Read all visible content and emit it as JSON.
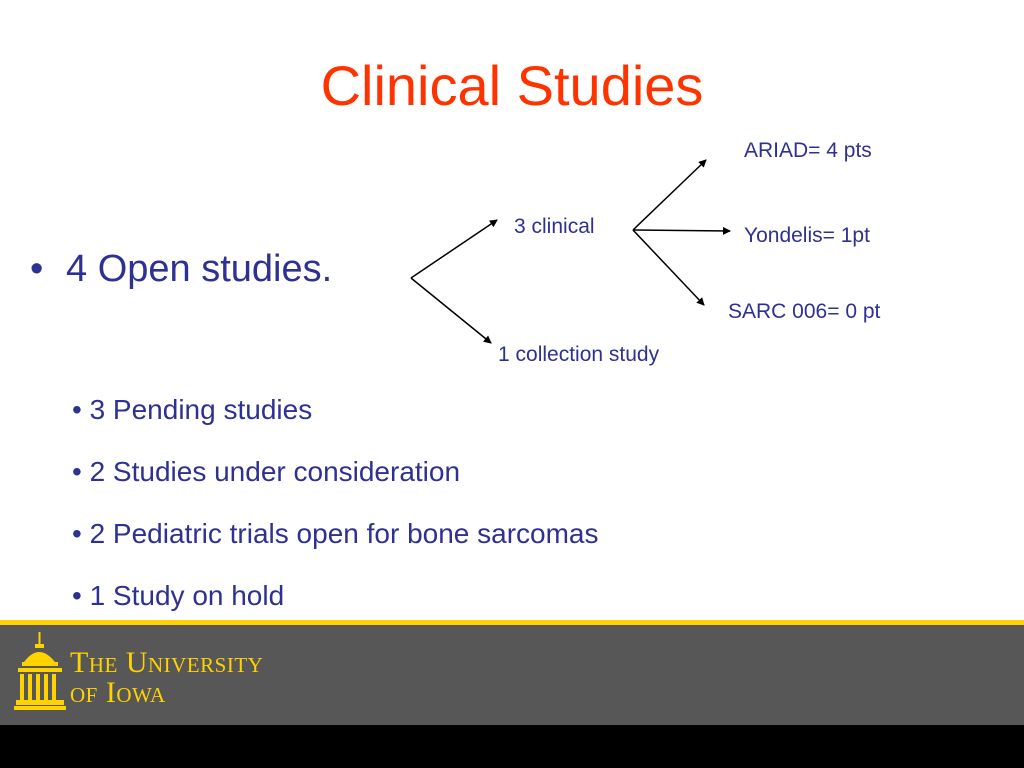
{
  "slide": {
    "title": "Clinical Studies"
  },
  "main_bullet": {
    "marker": "•",
    "text": "4 Open studies."
  },
  "flow": {
    "clinical": "3 clinical",
    "collection": "1 collection study",
    "ariad": "ARIAD= 4 pts",
    "yondelis": "Yondelis= 1pt",
    "sarc": "SARC 006= 0 pt"
  },
  "sub_bullets": [
    "• 3 Pending studies",
    "• 2 Studies under consideration",
    "• 2 Pediatric trials open for bone sarcomas",
    "• 1 Study on hold"
  ],
  "footer": {
    "logo_line1": "The University",
    "logo_line2": "of Iowa",
    "colors": {
      "gold": "#ffd200",
      "gray": "#575757",
      "black": "#000000"
    }
  },
  "colors": {
    "title": "#ff3300",
    "text": "#2e3192"
  }
}
